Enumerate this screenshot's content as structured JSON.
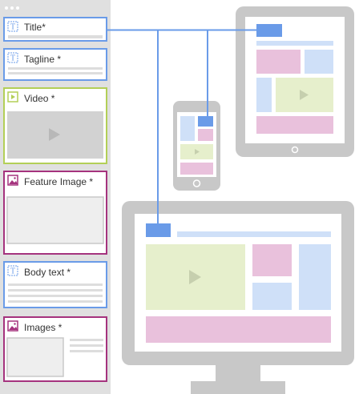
{
  "colors": {
    "panel": "#e0e0e0",
    "device": "#c8c8c8",
    "blue": "#6a9be8",
    "green": "#b3cf57",
    "magenta": "#a5337e",
    "block_blue": "#cfe0f8",
    "block_pink": "#e9c1dc",
    "block_green": "#e6efcc",
    "placeholder": "#d2d2d2",
    "line": "#dddddd"
  },
  "cms_fields": [
    {
      "key": "title",
      "label": "Title*",
      "icon": "text-icon",
      "accent": "blue"
    },
    {
      "key": "tagline",
      "label": "Tagline *",
      "icon": "text-icon",
      "accent": "blue"
    },
    {
      "key": "video",
      "label": "Video *",
      "icon": "video-icon",
      "accent": "green"
    },
    {
      "key": "feature",
      "label": "Feature Image *",
      "icon": "image-icon",
      "accent": "magenta"
    },
    {
      "key": "body",
      "label": "Body text *",
      "icon": "text-icon",
      "accent": "blue"
    },
    {
      "key": "images",
      "label": "Images *",
      "icon": "image-icon",
      "accent": "magenta"
    }
  ],
  "devices": [
    "tablet",
    "phone",
    "desktop-monitor"
  ]
}
